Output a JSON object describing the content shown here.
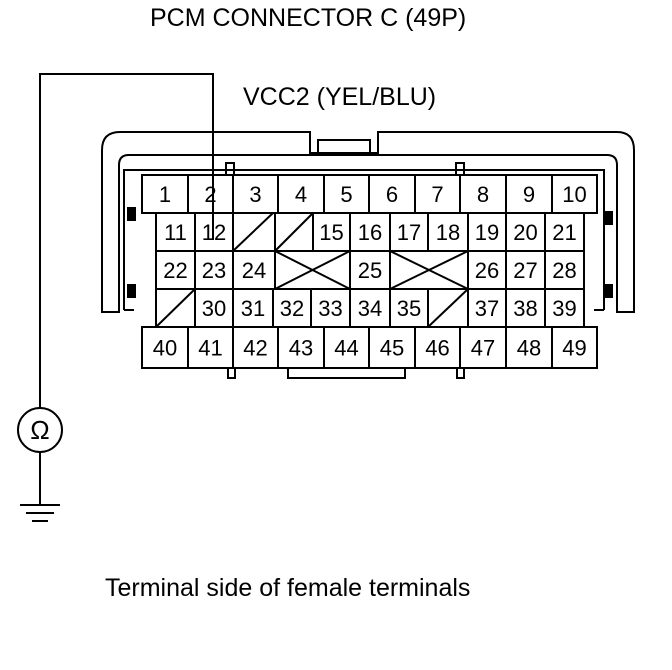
{
  "title": "PCM CONNECTOR C (49P)",
  "wire_label": "VCC2 (YEL/BLU)",
  "caption": "Terminal side of female terminals",
  "meter_symbol": "Ω",
  "meter_icon": "ohmmeter-icon",
  "ground_icon": "ground-icon",
  "probed_terminal": "12",
  "connector": {
    "rows": [
      [
        "1",
        "2",
        "3",
        "4",
        "5",
        "6",
        "7",
        "8",
        "9",
        "10"
      ],
      [
        "11",
        "12",
        "",
        "",
        "15",
        "16",
        "17",
        "18",
        "19",
        "20",
        "21"
      ],
      [
        "22",
        "23",
        "24",
        "",
        "25",
        "",
        "26",
        "27",
        "28"
      ],
      [
        "",
        "30",
        "31",
        "32",
        "33",
        "34",
        "35",
        "",
        "37",
        "38",
        "39"
      ],
      [
        "40",
        "41",
        "42",
        "43",
        "44",
        "45",
        "46",
        "47",
        "48",
        "49"
      ]
    ]
  }
}
